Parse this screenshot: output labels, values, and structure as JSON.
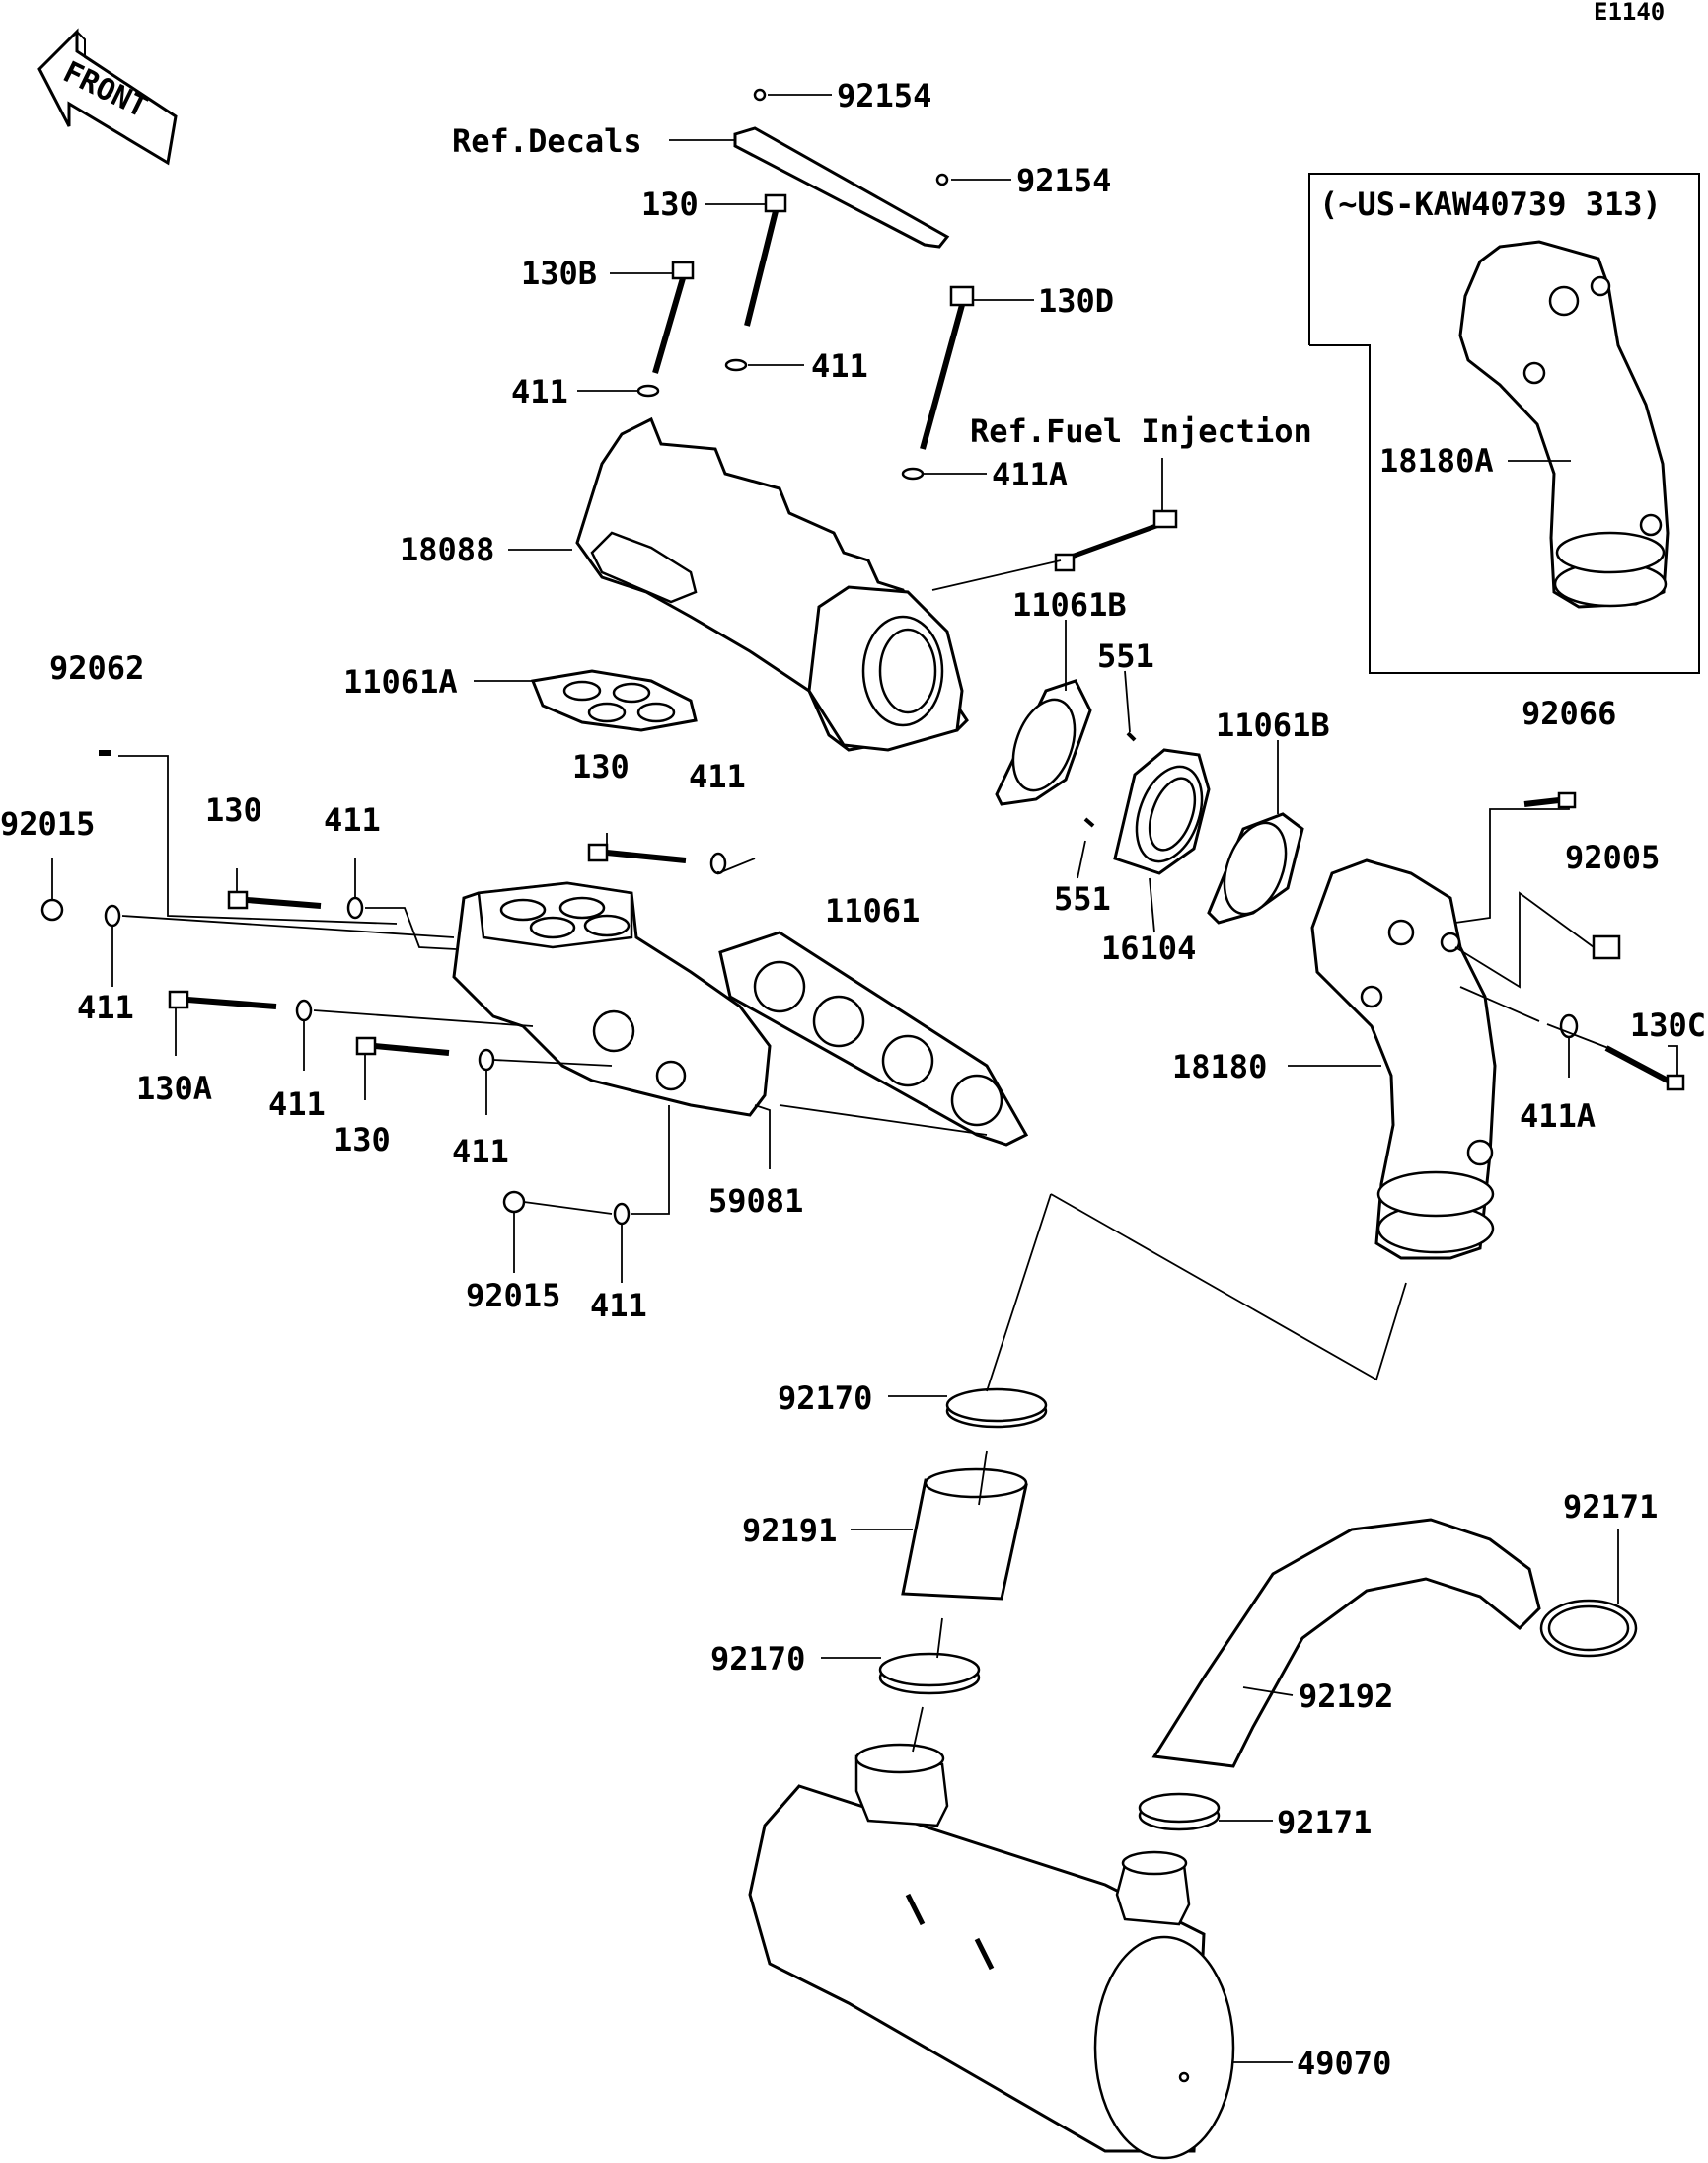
{
  "diagram_code": "E1140",
  "front_marker": "FRONT",
  "inset": {
    "caption": "(~US-KAW40739 313)"
  },
  "labels": {
    "p92154a": "92154",
    "ref_decals": "Ref.Decals",
    "p92154b": "92154",
    "p130_top": "130",
    "p130b": "130B",
    "p130d": "130D",
    "p411_left_top": "411",
    "p411_mid_top": "411",
    "ref_fuel": "Ref.Fuel Injection",
    "p411a_top": "411A",
    "p18088": "18088",
    "p18180a": "18180A",
    "p11061b_left": "11061B",
    "p551_top": "551",
    "p11061b_right": "11061B",
    "p11061a": "11061A",
    "p92062": "92062",
    "p92066": "92066",
    "p130_mid": "130",
    "p411_mid": "411",
    "p92015_top": "92015",
    "p130_left": "130",
    "p411_left": "411",
    "p11061": "11061",
    "p92005": "92005",
    "p551_bottom": "551",
    "p16104": "16104",
    "p411_far_left": "411",
    "p130c": "130C",
    "p18180": "18180",
    "p130a": "130A",
    "p411_b1": "411",
    "p130_b": "130",
    "p411_b2": "411",
    "p411a_right": "411A",
    "p59081": "59081",
    "p92015_bottom": "92015",
    "p411_bottom": "411",
    "p92170_top": "92170",
    "p92191": "92191",
    "p92171_top": "92171",
    "p92192": "92192",
    "p92170_bottom": "92170",
    "p92171_bottom": "92171",
    "p49070": "49070"
  }
}
